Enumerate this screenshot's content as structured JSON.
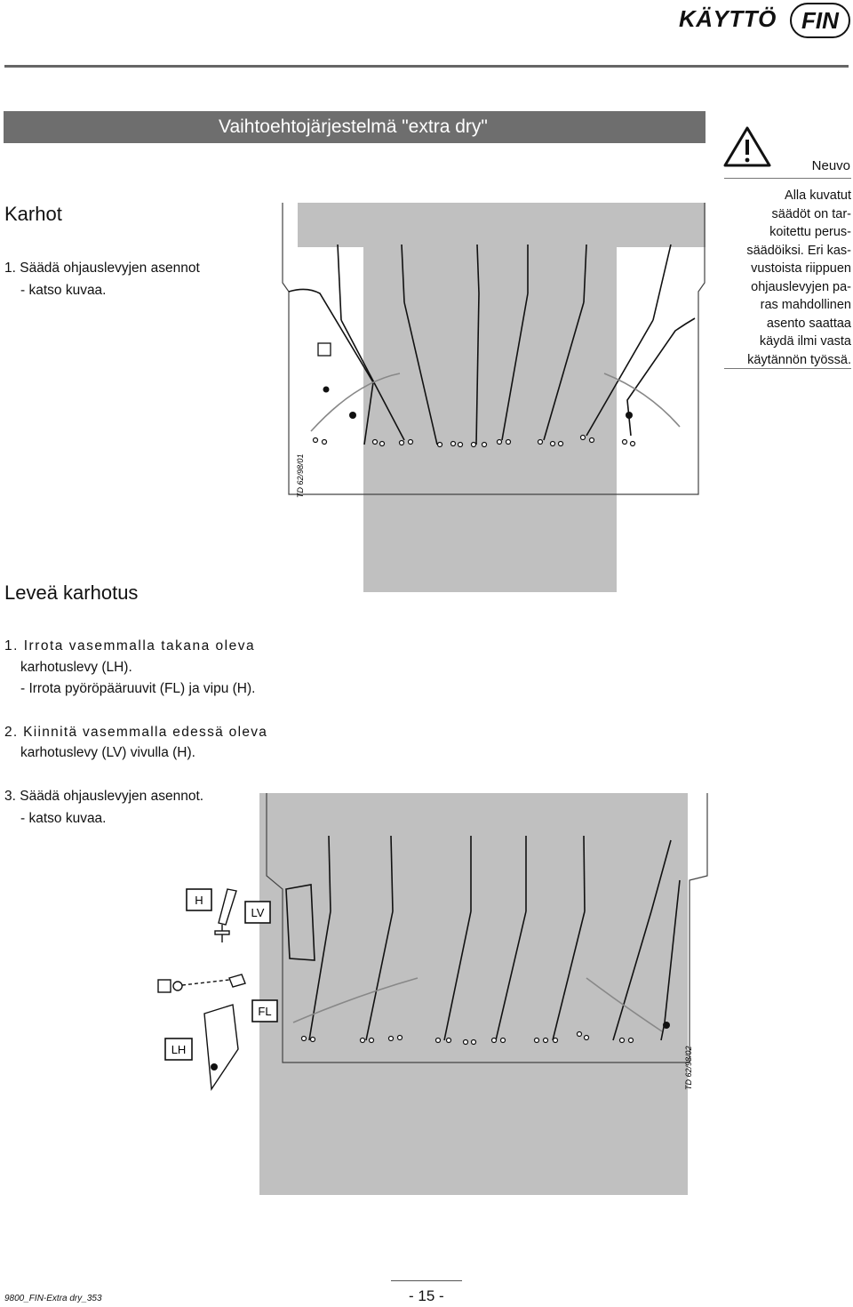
{
  "header": {
    "title": "KÄYTTÖ",
    "language_badge": "FIN"
  },
  "banner": {
    "title": "Vaihtoehtojärjestelmä \"extra dry\""
  },
  "section_karhot": {
    "heading": "Karhot",
    "step1": "1. Säädä ohjauslevyjen asennot",
    "step1_sub": "-   katso kuvaa."
  },
  "tip": {
    "label": "Neuvo",
    "lines": [
      "Alla kuvatut",
      "säädöt on tar-",
      "koitettu perus-",
      "säädöiksi. Eri kas-",
      "vustoista riippuen",
      "ohjauslevyjen pa-",
      "ras mahdollinen",
      "asento saattaa",
      "käydä ilmi vasta",
      "käytännön työssä."
    ]
  },
  "figure1": {
    "code": "TD 62/98/01"
  },
  "section_levea": {
    "heading": "Leveä karhotus",
    "step1_line1": "1. Irrota vasemmalla takana oleva",
    "step1_line2": "karhotuslevy (LH).",
    "step1_sub": "-   Irrota pyöröpääruuvit (FL) ja vipu (H).",
    "step2_line1": "2. Kiinnitä vasemmalla edessä oleva",
    "step2_line2": "karhotuslevy (LV) vivulla (H).",
    "step3": "3. Säädä ohjauslevyjen asennot.",
    "step3_sub": "-   katso kuvaa."
  },
  "figure2": {
    "code": "TD 62/98/02",
    "callouts": {
      "h": "H",
      "lv": "LV",
      "fl": "FL",
      "lh": "LH"
    }
  },
  "footer": {
    "doc_code": "9800_FIN-Extra dry_353",
    "page": "- 15 -"
  },
  "colors": {
    "banner": "#6e6e6e",
    "figure_panel": "#c0c0c0"
  },
  "icons": {
    "warning": "warning-triangle-icon"
  }
}
